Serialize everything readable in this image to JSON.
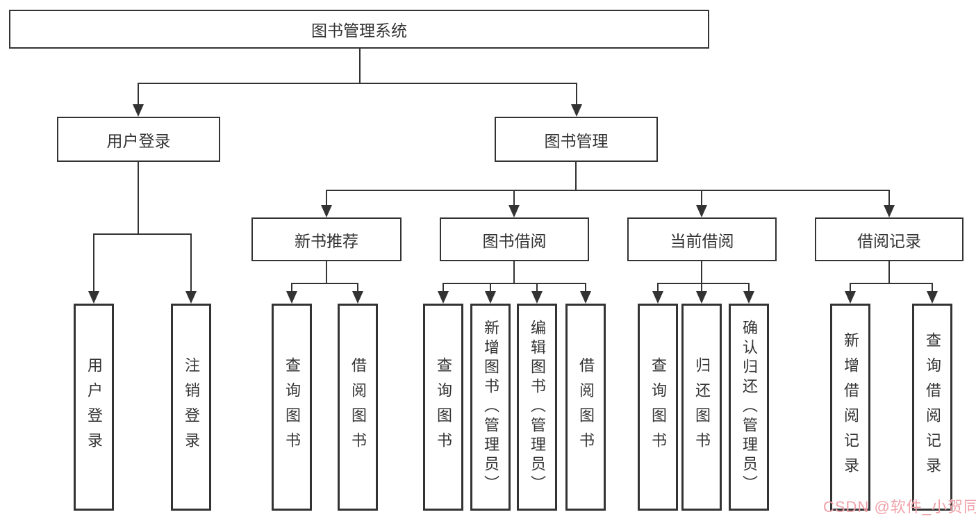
{
  "diagram": {
    "root": "图书管理系统",
    "level2": {
      "user_login": "用户登录",
      "book_mgmt": "图书管理"
    },
    "level3": {
      "new_book": "新书推荐",
      "book_borrow": "图书借阅",
      "current_borrow": "当前借阅",
      "borrow_records": "借阅记录"
    },
    "leaves": {
      "user_login": "用户登录",
      "logout": "注销登录",
      "nb_query_book": "查询图书",
      "nb_borrow_book": "借阅图书",
      "bb_query_book": "查询图书",
      "bb_add_book": "新增图书（管理员）",
      "bb_edit_book": "编辑图书（管理员）",
      "bb_borrow_book": "借阅图书",
      "cb_query_book": "查询图书",
      "cb_return_book": "归还图书",
      "cb_confirm_return": "确认归还（管理员）",
      "br_add_record": "新增借阅记录",
      "br_query_record": "查询借阅记录"
    },
    "hierarchy": {
      "图书管理系统": [
        "用户登录",
        "图书管理"
      ],
      "用户登录": [
        "用户登录",
        "注销登录"
      ],
      "图书管理": [
        "新书推荐",
        "图书借阅",
        "当前借阅",
        "借阅记录"
      ],
      "新书推荐": [
        "查询图书",
        "借阅图书"
      ],
      "图书借阅": [
        "查询图书",
        "新增图书（管理员）",
        "编辑图书（管理员）",
        "借阅图书"
      ],
      "当前借阅": [
        "查询图书",
        "归还图书",
        "确认归还（管理员）"
      ],
      "借阅记录": [
        "新增借阅记录",
        "查询借阅记录"
      ]
    },
    "watermark": "CSDN @软件_小贺同学",
    "colors": {
      "line": "#333333",
      "text": "#333333",
      "box_background": "#ffffff",
      "watermark": "#f0a0a8"
    }
  }
}
